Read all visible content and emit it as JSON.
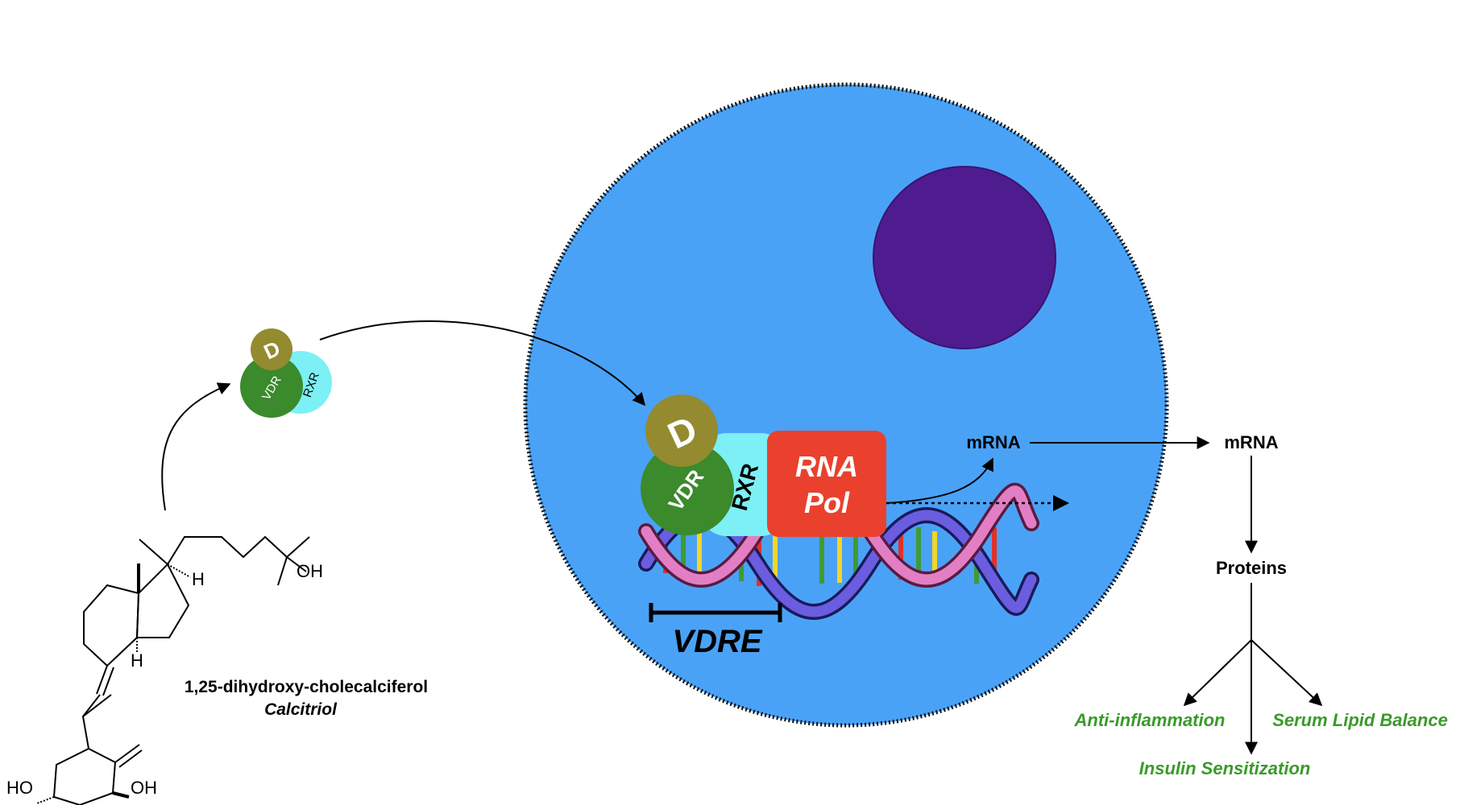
{
  "molecule": {
    "name": "1,25-dihydroxy-cholecalciferol",
    "common_name": "Calcitriol",
    "atoms": {
      "oh_side_chain": "OH",
      "h_upper": "H",
      "h_lower": "H",
      "ho_left": "HO",
      "oh_ring": "OH"
    }
  },
  "complex_small": {
    "d": "D",
    "vdr": "VDR",
    "rxr": "RXR"
  },
  "nucleus_complex": {
    "d": "D",
    "vdr": "VDR",
    "rxr": "RXR",
    "pol_line1": "RNA",
    "pol_line2": "Pol"
  },
  "dna": {
    "element_label": "VDRE"
  },
  "flow": {
    "mrna_inside": "mRNA",
    "mrna_outside": "mRNA",
    "proteins": "Proteins",
    "outcomes": {
      "left": "Anti-inflammation",
      "right": "Serum Lipid Balance",
      "bottom": "Insulin Sensitization"
    }
  },
  "colors": {
    "cell": "#4aa2f7",
    "nucleolus": "#4e1c8f",
    "d_ligand": "#948a30",
    "vdr": "#3b8a2b",
    "rxr": "#7cf0f4",
    "rna_pol": "#e9412e",
    "outcome_text": "#3a9a2a"
  }
}
